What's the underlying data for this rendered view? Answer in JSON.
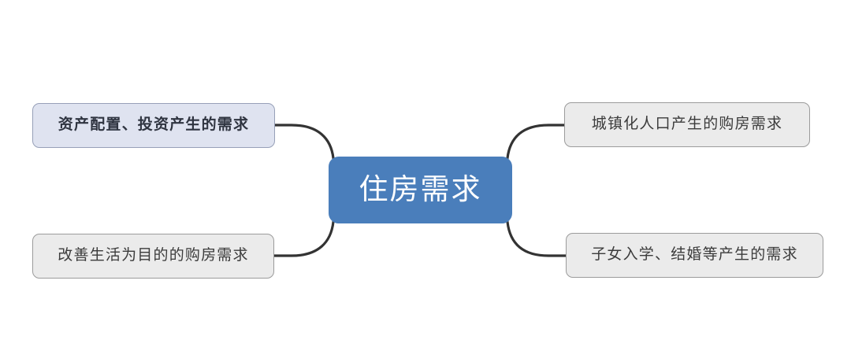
{
  "diagram": {
    "type": "mind-map",
    "title": "住房需求",
    "background_color": "#ffffff",
    "central": {
      "label": "住房需求",
      "fill_color": "#4a7ebb",
      "text_color": "#ffffff"
    },
    "connector_color": "#333333",
    "branches": [
      {
        "id": "top-left",
        "label": "资产配置、投资产生的需求",
        "fill_color": "#dfe3f0",
        "border_color": "#97a0b8",
        "text_color": "#2f3440",
        "emphasis": "bold"
      },
      {
        "id": "top-right",
        "label": "城镇化人口产生的购房需求",
        "fill_color": "#ebebeb",
        "border_color": "#9b9b9b",
        "text_color": "#3b3b3b",
        "emphasis": "normal"
      },
      {
        "id": "bottom-left",
        "label": "改善生活为目的的购房需求",
        "fill_color": "#ebebeb",
        "border_color": "#9b9b9b",
        "text_color": "#3b3b3b",
        "emphasis": "normal"
      },
      {
        "id": "bottom-right",
        "label": "子女入学、结婚等产生的需求",
        "fill_color": "#ebebeb",
        "border_color": "#9b9b9b",
        "text_color": "#3b3b3b",
        "emphasis": "normal"
      }
    ]
  }
}
